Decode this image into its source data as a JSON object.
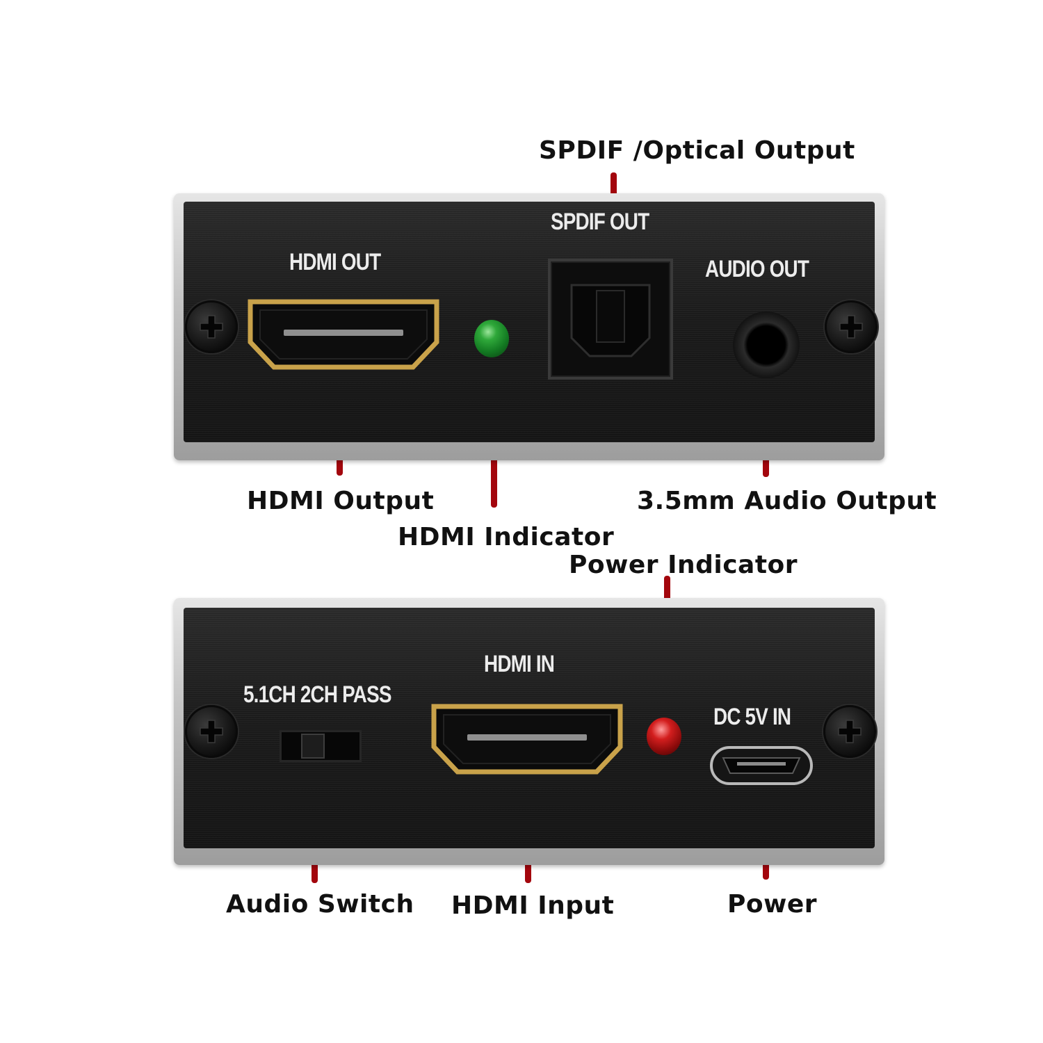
{
  "callouts": {
    "spdif_optical_output": "SPDIF /Optical Output",
    "hdmi_output": "HDMI Output",
    "hdmi_indicator": "HDMI Indicator",
    "audio_output_35mm": "3.5mm Audio Output",
    "power_indicator": "Power Indicator",
    "audio_switch": "Audio Switch",
    "hdmi_input": "HDMI Input",
    "power": "Power"
  },
  "top_panel": {
    "hdmi_out_label": "HDMI OUT",
    "spdif_out_label": "SPDIF OUT",
    "audio_out_label": "AUDIO OUT"
  },
  "bottom_panel": {
    "hdmi_in_label": "HDMI IN",
    "switch_label": "5.1CH  2CH PASS",
    "dc_label": "DC 5V IN"
  },
  "colors": {
    "leader_line": "#a3060d",
    "hdmi_indicator_led": "green",
    "power_indicator_led": "red",
    "hdmi_port_shell": "gold"
  }
}
